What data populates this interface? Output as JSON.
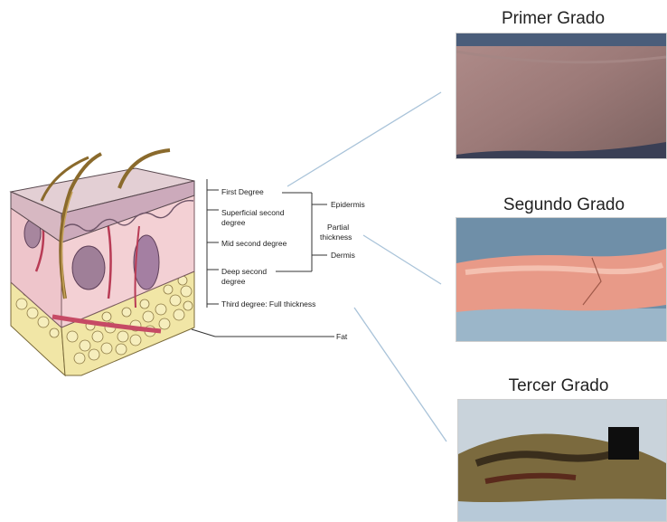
{
  "diagram": {
    "labels": {
      "first_degree": "First Degree",
      "superficial_second": "Superficial second",
      "superficial_second_2": "degree",
      "mid_second": "Mid second degree",
      "deep_second": "Deep second",
      "deep_second_2": "degree",
      "third_degree": "Third degree: Full thickness",
      "epidermis": "Epidermis",
      "partial": "Partial",
      "thickness": "thickness",
      "dermis": "Dermis",
      "fat": "Fat"
    }
  },
  "photos": [
    {
      "title": "Primer Grado"
    },
    {
      "title": "Segundo Grado"
    },
    {
      "title": "Tercer Grado"
    }
  ],
  "colors": {
    "skin_surface": "#e3cfd4",
    "dermis": "#f0c6cc",
    "fat": "#f1e6a6",
    "hair": "#8a6a2c",
    "connector": "#a9c3d9"
  }
}
